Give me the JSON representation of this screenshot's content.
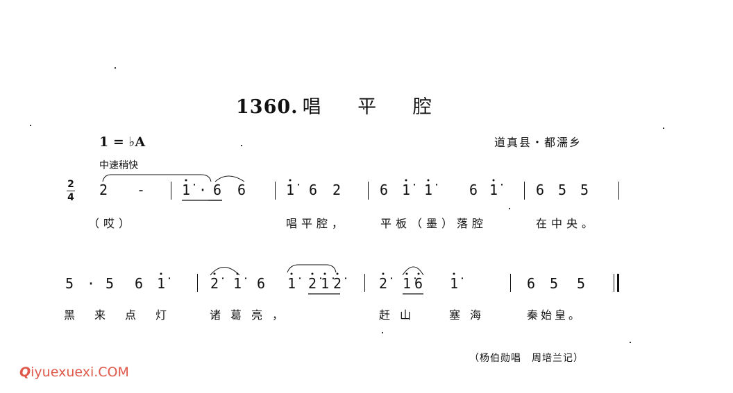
{
  "title": {
    "number": "1360.",
    "name": "唱 平 腔"
  },
  "key": "1 = ♭A",
  "tempo": "中速稍快",
  "origin": "道真县・都濡乡",
  "time_signature": {
    "top": "2",
    "bottom": "4"
  },
  "line1": {
    "notes": [
      "2",
      "-",
      "1̇",
      "·",
      "6",
      "6",
      "1̇",
      "6",
      "2",
      "6",
      "1̇",
      "1̇",
      "6",
      "1̇",
      "6",
      "5",
      "5"
    ],
    "lyrics": [
      "（哎）",
      "唱平腔，",
      "平板（墨）落腔",
      "在中央。"
    ]
  },
  "line2": {
    "notes": [
      "5",
      "·",
      "5",
      "6",
      "1̇",
      "2̇",
      "1̇",
      "6",
      "1̇",
      "2̇",
      "1̇",
      "2̇",
      "2̇",
      "1̇",
      "6",
      "1̇",
      "6",
      "5",
      "5"
    ],
    "lyrics": [
      "黑来点灯",
      "诸葛亮，",
      "赶山",
      "塞海",
      "秦始皇。"
    ]
  },
  "credit": "（杨伯勋唱　周培兰记）",
  "watermark": {
    "q": "Q",
    "rest": "iyuexuexi.COM"
  }
}
